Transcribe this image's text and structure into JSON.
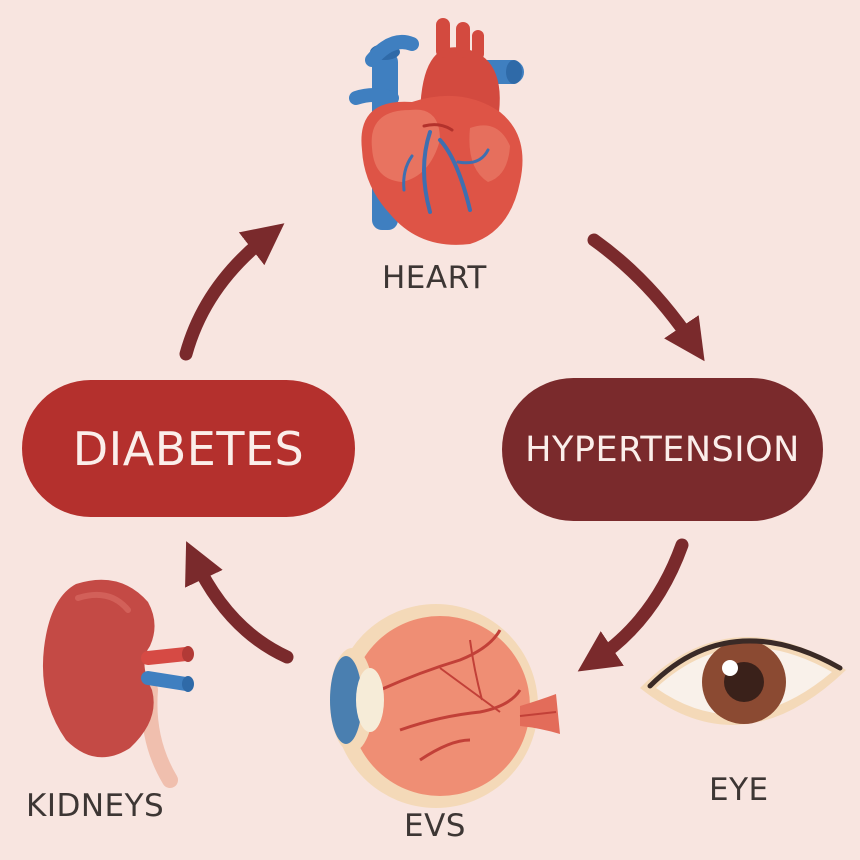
{
  "nodes": {
    "heart": {
      "label": "HEART",
      "icon": "heart-icon"
    },
    "diabetes": {
      "label": "DIABETES",
      "color": "#b4302d"
    },
    "hypertension": {
      "label": "HYPERTENSION",
      "color": "#7a2a2c"
    },
    "kidneys": {
      "label": "KIDNEYS",
      "icon": "kidney-icon"
    },
    "evs": {
      "label": "EVS",
      "icon": "eyeball-anatomy-icon"
    },
    "eye": {
      "label": "EYE",
      "icon": "eye-icon"
    }
  },
  "colors": {
    "background": "#f8e5e0",
    "arrow": "#7a2a2c",
    "label_text": "#3d3634"
  },
  "cycle": [
    "diabetes",
    "heart",
    "hypertension",
    "evs",
    "kidneys",
    "diabetes"
  ]
}
